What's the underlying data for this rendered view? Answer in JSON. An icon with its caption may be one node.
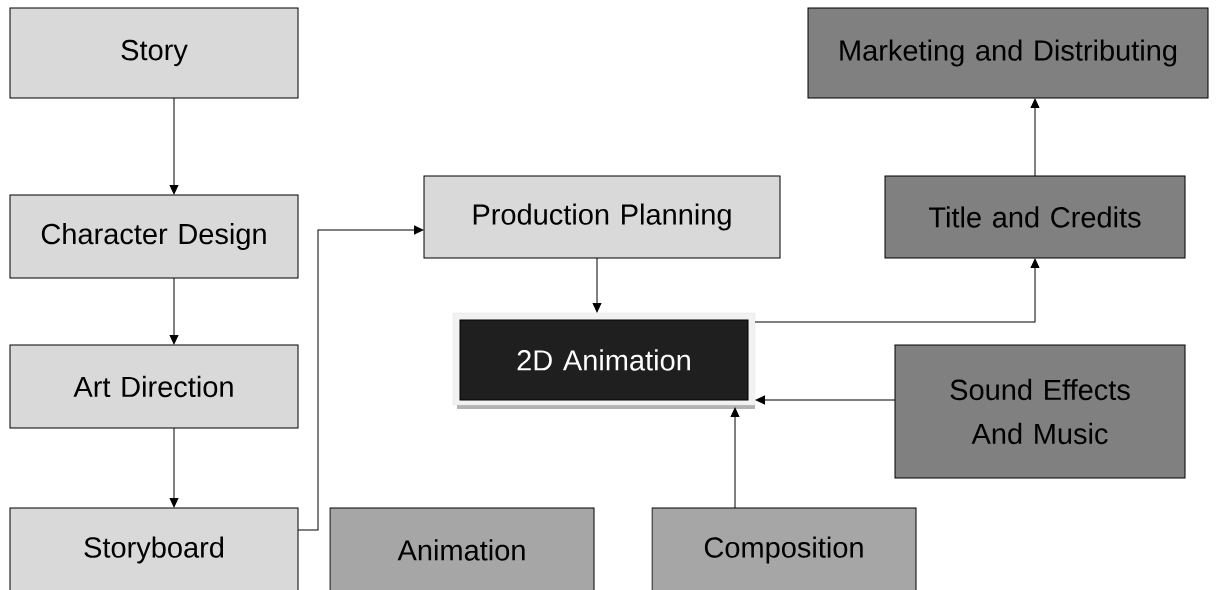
{
  "diagram": {
    "nodes": [
      {
        "text": [
          "Story"
        ]
      },
      {
        "text": [
          "Character Design"
        ]
      },
      {
        "text": [
          "Art Direction"
        ]
      },
      {
        "text": [
          "Storyboard"
        ]
      },
      {
        "text": [
          "Animation"
        ]
      },
      {
        "text": [
          "Composition"
        ]
      },
      {
        "text": [
          "Production Planning"
        ]
      },
      {
        "text": [
          "2D Animation"
        ]
      },
      {
        "text": [
          "Sound Effects And Music"
        ]
      },
      {
        "text": [
          "Title and Credits"
        ]
      },
      {
        "text": [
          "Marketing and Distributing"
        ]
      }
    ],
    "edges": [
      {
        "from": 0,
        "to": 1,
        "arrow": "to"
      },
      {
        "from": 1,
        "to": 2,
        "arrow": "to"
      },
      {
        "from": 2,
        "to": 3,
        "arrow": "to"
      },
      {
        "from": 3,
        "to": 6,
        "arrow": "to"
      },
      {
        "from": 6,
        "to": 7,
        "arrow": "to"
      },
      {
        "from": 7,
        "to": 9,
        "arrow": "to"
      },
      {
        "from": 9,
        "to": 10,
        "arrow": "to"
      },
      {
        "from": 8,
        "to": 7,
        "arrow": "to"
      },
      {
        "from": 5,
        "to": 7,
        "arrow": "to"
      }
    ]
  }
}
